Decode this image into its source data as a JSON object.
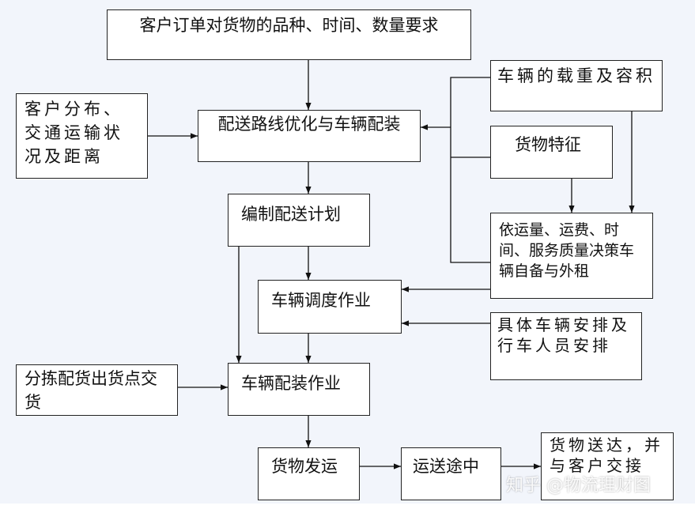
{
  "nodes": {
    "customer_order": "客户订单对货物的品种、时间、数量要求",
    "customer_distribution": "客户分布、交通运输状况及距离",
    "route_optimization": "配送路线优化与车辆配装",
    "vehicle_capacity": "车辆的载重及容积",
    "cargo_features": "货物特征",
    "decision": "依运量、运费、时间、服务质量决策车辆自备与外租",
    "delivery_plan": "编制配送计划",
    "vehicle_scheduling": "车辆调度作业",
    "vehicle_arrangement": "具体车辆安排及行车人员安排",
    "sorting": "分拣配货出货点交货",
    "vehicle_loading": "车辆配装作业",
    "shipment": "货物发运",
    "in_transit": "运送途中",
    "delivered": "货物送达，并与客户交接"
  },
  "watermark": "知乎 @物流理财图"
}
